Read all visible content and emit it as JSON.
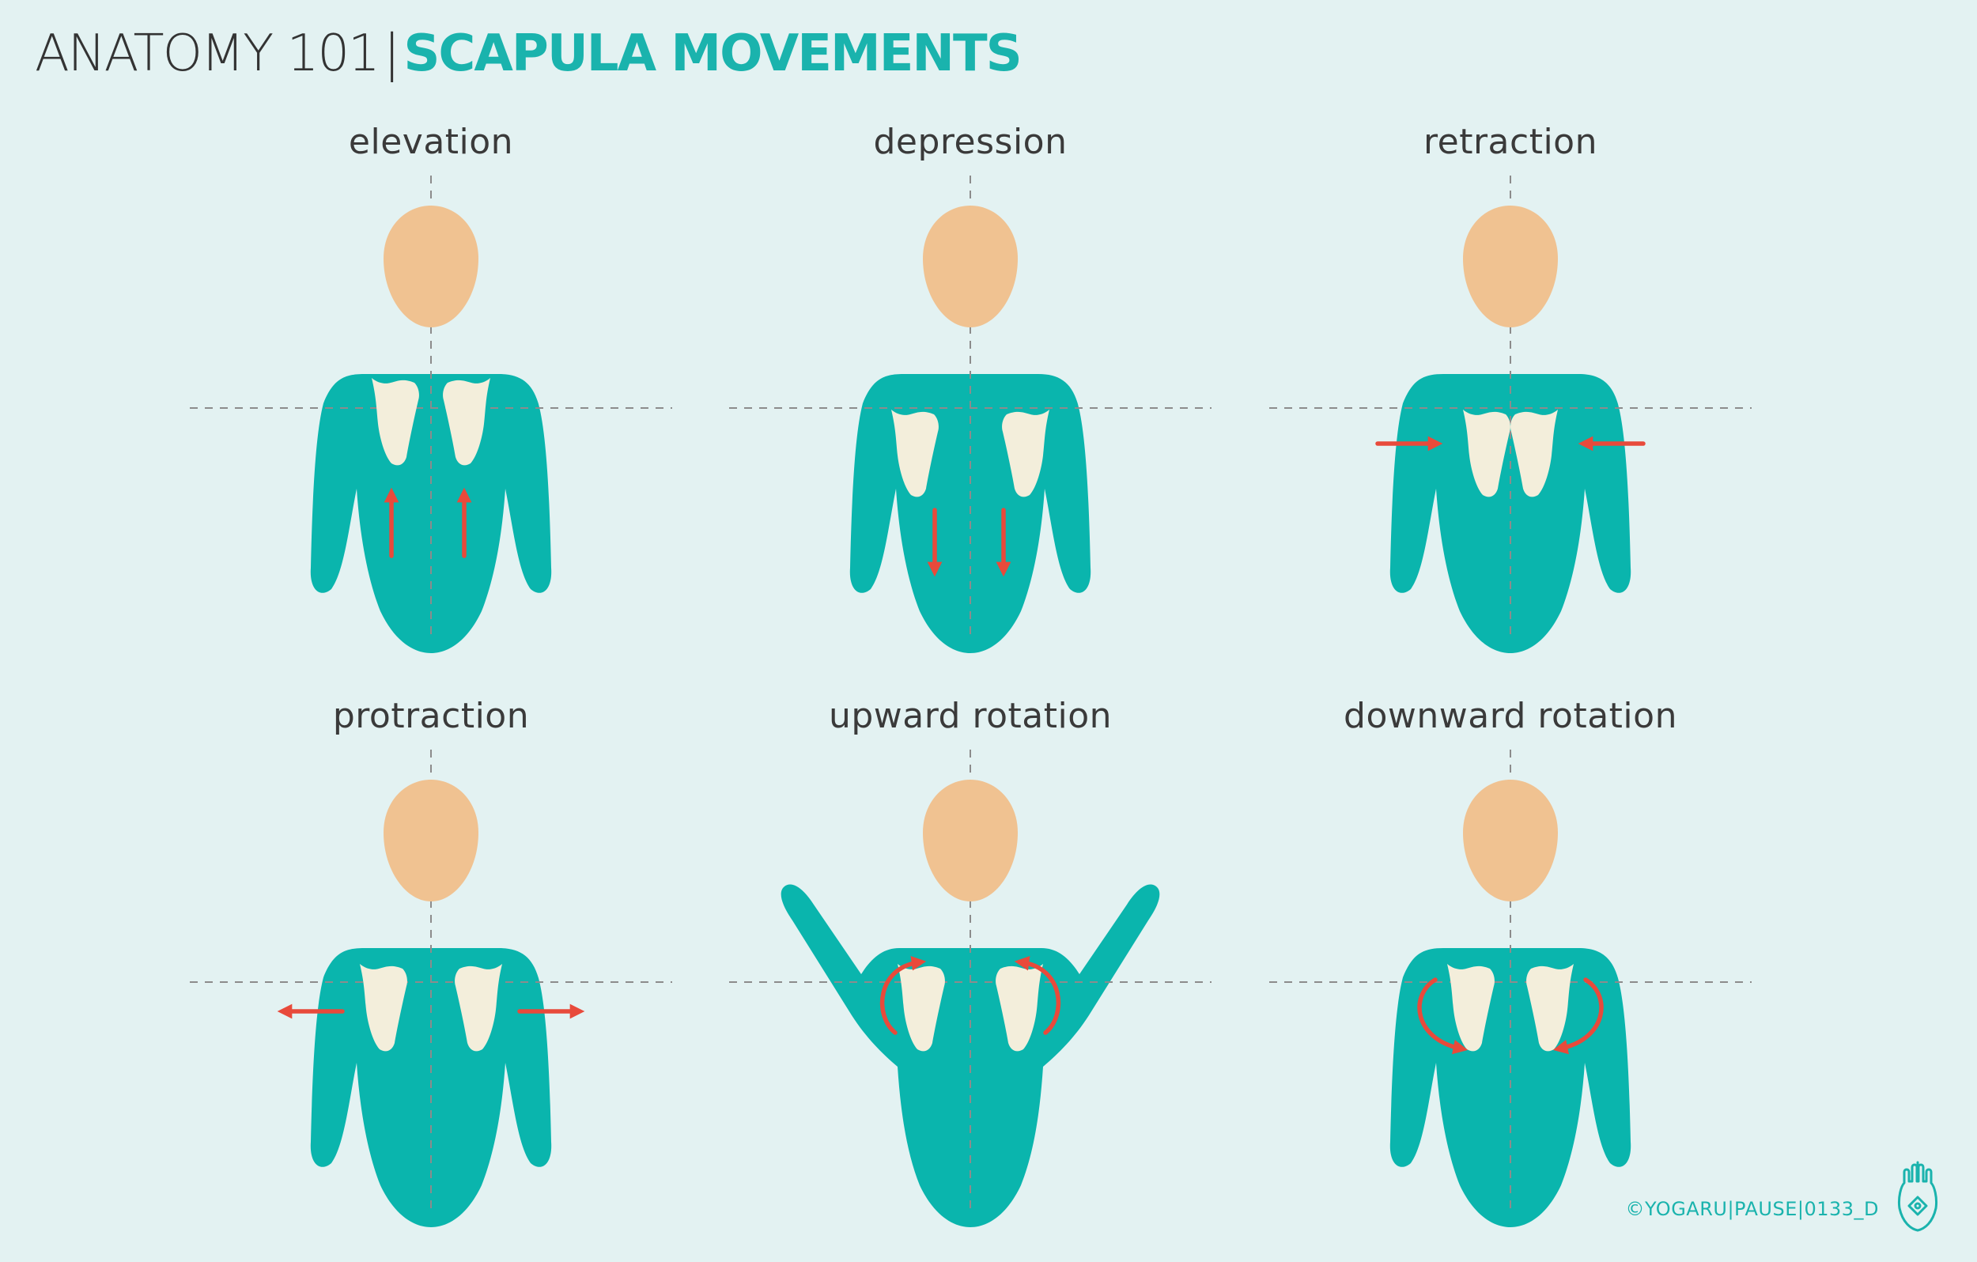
{
  "title": {
    "part1": "ANATOMY 101",
    "separator": "|",
    "part2": "SCAPULA MOVEMENTS"
  },
  "panels": [
    {
      "label": "elevation",
      "pose": "down",
      "motion": "arrows-up"
    },
    {
      "label": "depression",
      "pose": "down",
      "motion": "arrows-down"
    },
    {
      "label": "retraction",
      "pose": "down",
      "motion": "arrows-inward"
    },
    {
      "label": "protraction",
      "pose": "down",
      "motion": "arrows-outward"
    },
    {
      "label": "upward rotation",
      "pose": "up",
      "motion": "rotate-up"
    },
    {
      "label": "downward rotation",
      "pose": "down",
      "motion": "rotate-down"
    }
  ],
  "credit": "©YOGARU|PAUSE|0133_D",
  "logo_icon": "hamsa-hand-icon",
  "colors": {
    "background": "#e3f2f2",
    "body": "#0ab5ad",
    "head": "#f0c291",
    "scapula": "#f3eedb",
    "arrow": "#e84a3b",
    "guide": "#8c8c8c",
    "accent": "#1ab3ad",
    "text": "#333333"
  }
}
